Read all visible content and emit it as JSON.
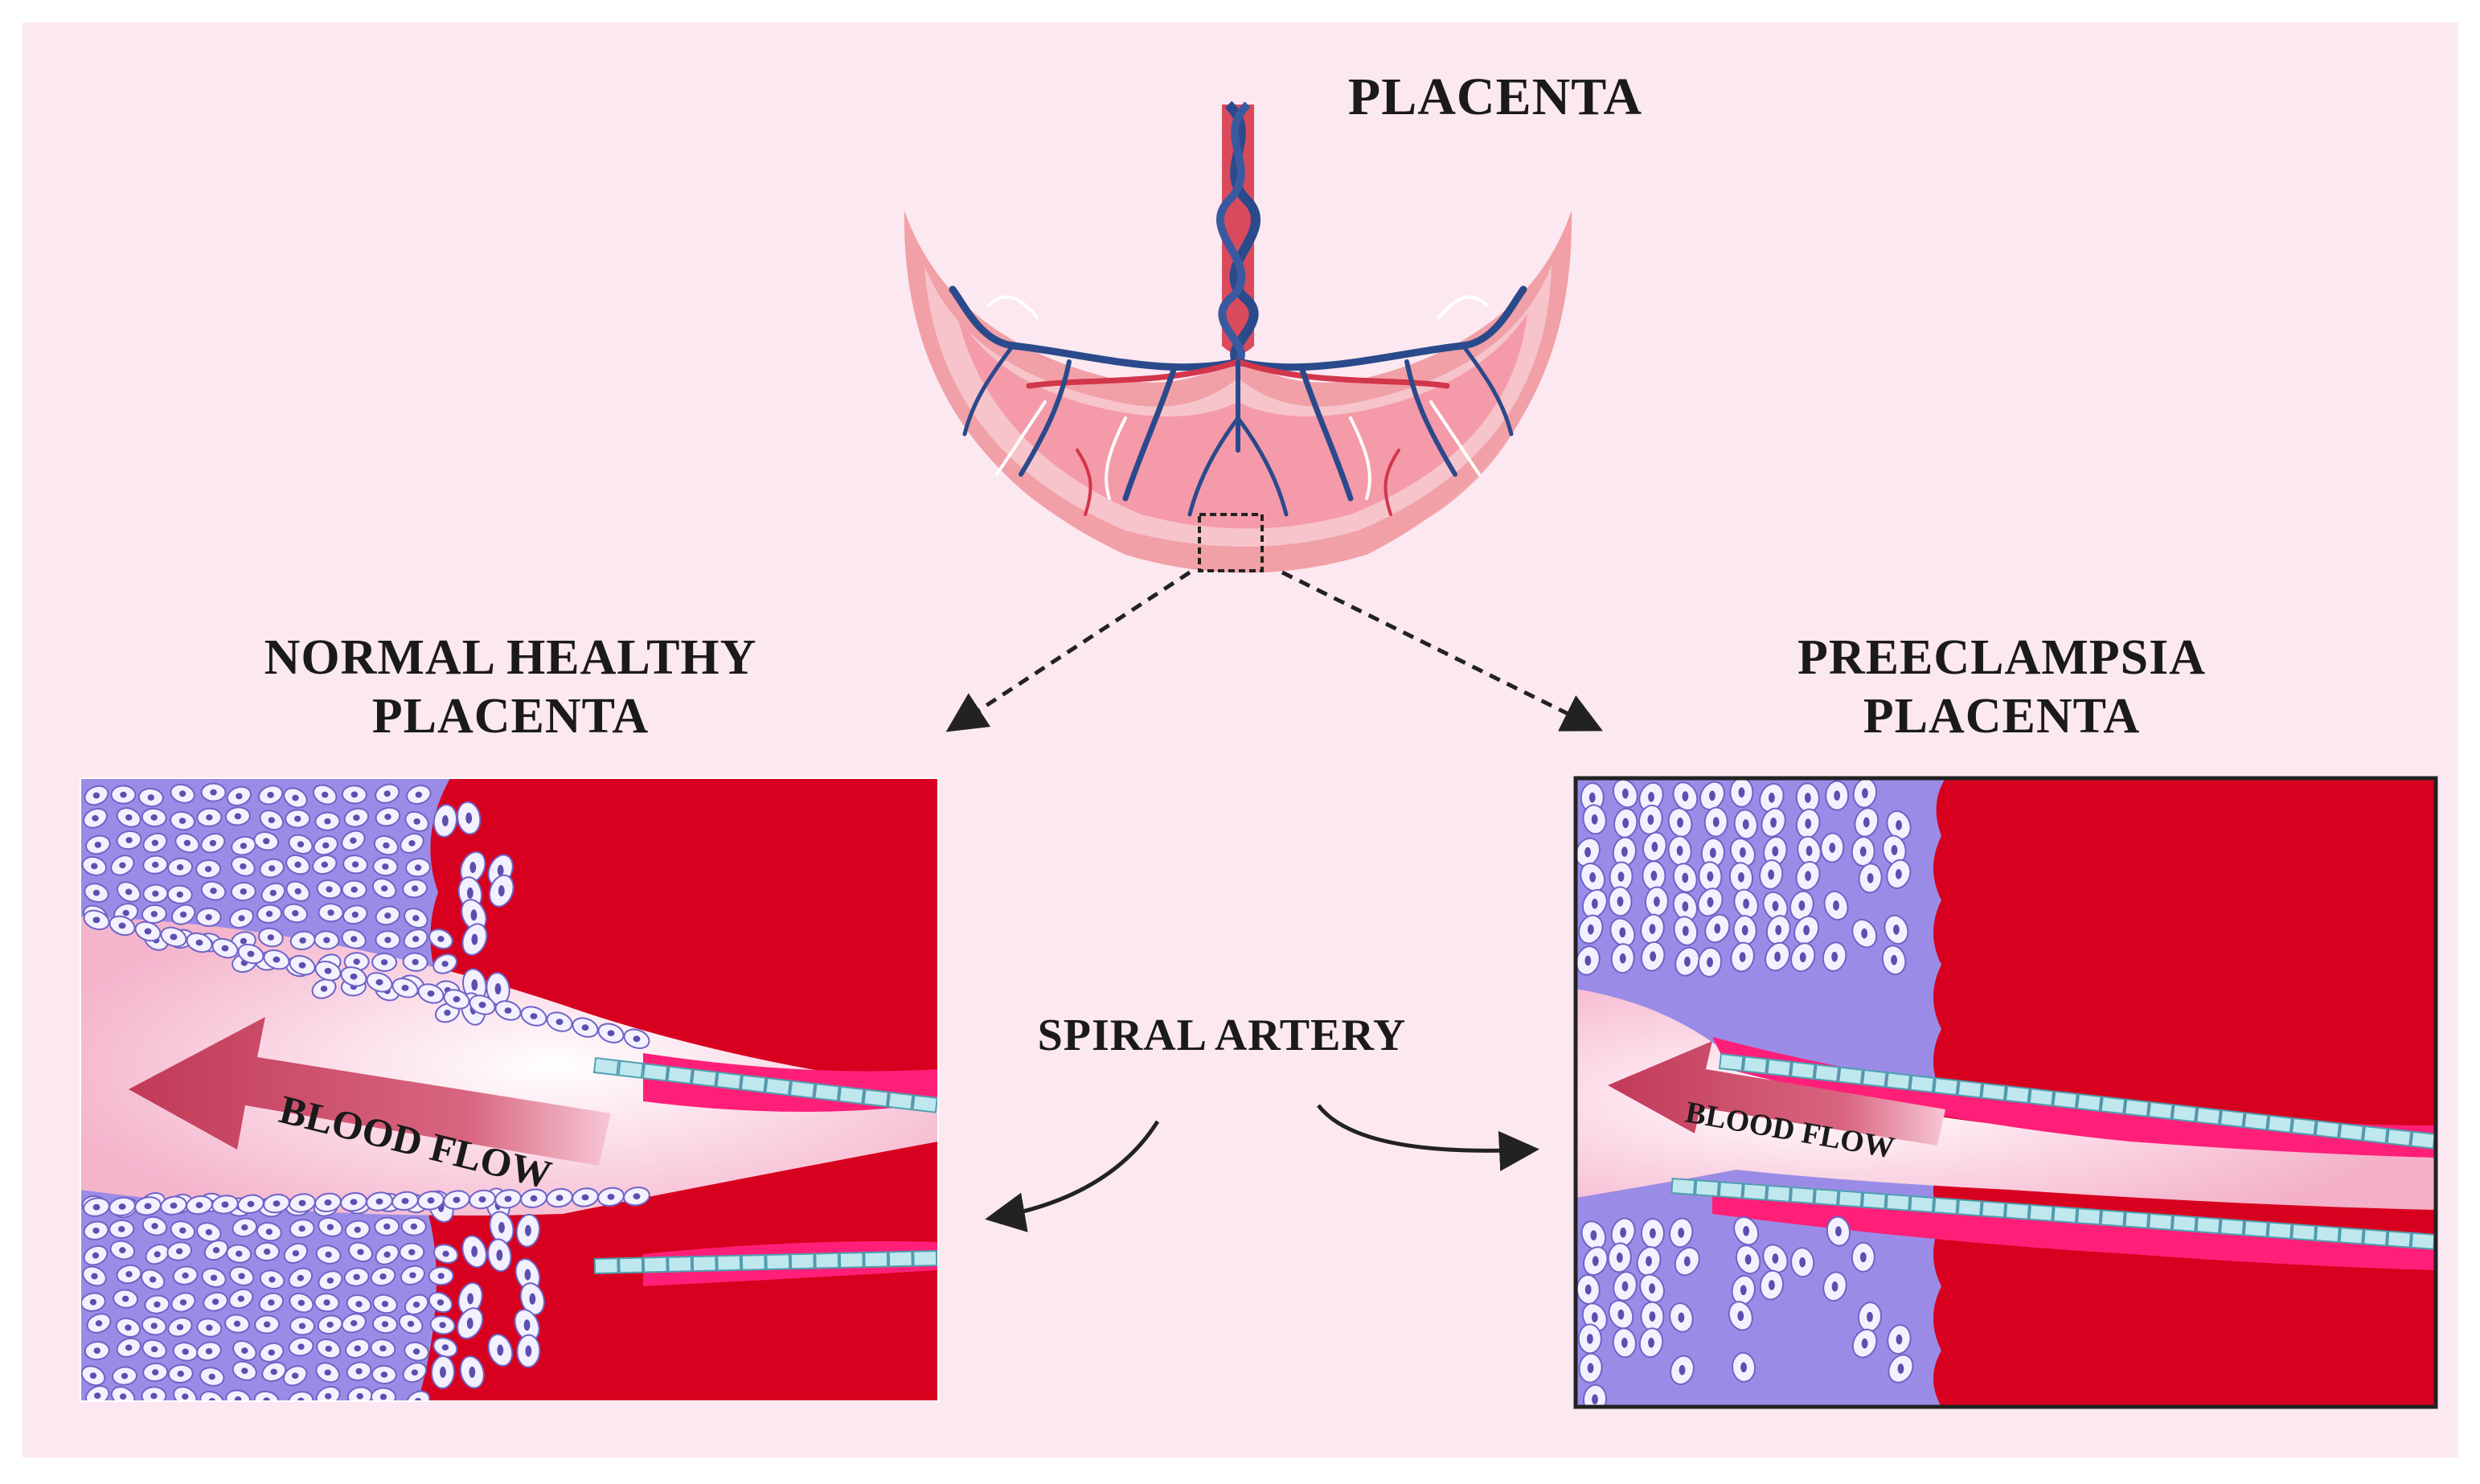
{
  "title": "PLACENTA",
  "panels": {
    "normal": {
      "title_line1": "NORMAL HEALTHY",
      "title_line2": "PLACENTA",
      "flow_label": "BLOOD FLOW"
    },
    "preeclampsia": {
      "title_line1": "PREECLAMPSIA",
      "title_line2": "PLACENTA",
      "flow_label": "BLOOD FLOW"
    }
  },
  "center_label": "SPIRAL ARTERY",
  "colors": {
    "background": "#fce8f0",
    "placenta_outer": "#f0a3a8",
    "placenta_inner": "#f6c1c6",
    "vessel_artery": "#d2364b",
    "vessel_vein": "#2a4a8c",
    "tissue_purple": "#9a8ce6",
    "cell_fill": "#f3f1ff",
    "blood_red": "#d8001f",
    "lumen_pink": "#f9cfe0",
    "endothelium": "#bfe8ee",
    "vessel_wall": "#ff1f78",
    "arrow_flow": "#c84560"
  }
}
